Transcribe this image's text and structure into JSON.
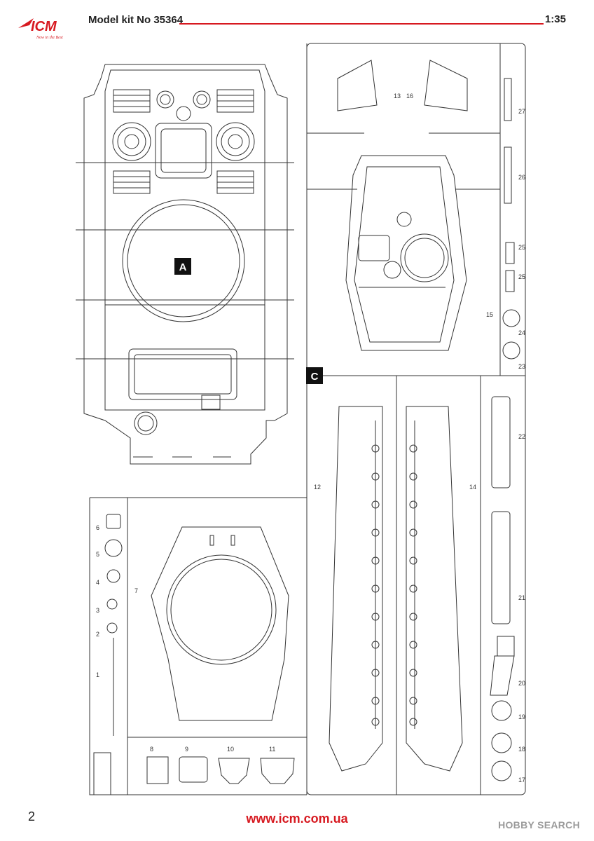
{
  "header": {
    "brand": "ICM",
    "tagline": "Now in the Best",
    "title": "Model kit No 35364",
    "scale": "1:35",
    "accent_color": "#d71920"
  },
  "footer": {
    "page_number": "2",
    "website": "www.icm.com.ua",
    "watermark": "HOBBY SEARCH"
  },
  "sprues": {
    "a": {
      "marker": "A"
    },
    "c": {
      "marker": "C"
    }
  },
  "part_numbers": {
    "p1": "1",
    "p2": "2",
    "p3": "3",
    "p4": "4",
    "p5": "5",
    "p6": "6",
    "p7": "7",
    "p8": "8",
    "p9": "9",
    "p10": "10",
    "p11": "11",
    "p12": "12",
    "p13": "13",
    "p14": "14",
    "p15": "15",
    "p16": "16",
    "p17": "17",
    "p18": "18",
    "p19": "19",
    "p20": "20",
    "p21": "21",
    "p22": "22",
    "p23": "23",
    "p24": "24",
    "p25a": "25",
    "p25b": "25",
    "p26": "26",
    "p27": "27"
  }
}
